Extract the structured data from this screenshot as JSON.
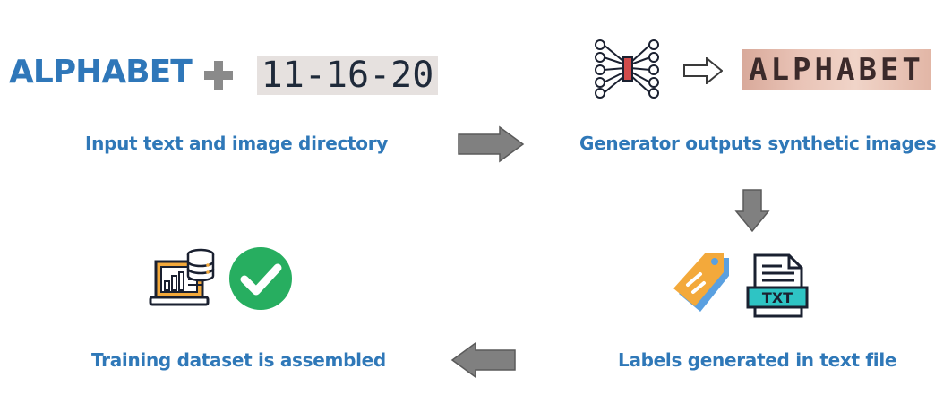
{
  "steps": {
    "input": {
      "caption": "Input text and image directory",
      "text_sample": "ALPHABET",
      "image_sample": "11-16-20"
    },
    "generator": {
      "caption": "Generator outputs synthetic images",
      "synthetic_sample": "ALPHABET"
    },
    "labels": {
      "caption": "Labels generated in text file",
      "file_badge": "TXT"
    },
    "dataset": {
      "caption": "Training dataset is assembled"
    }
  },
  "icons": [
    "plus-icon",
    "neural-network-icon",
    "arrow-right-icon",
    "tag-icon",
    "txt-file-icon",
    "database-chart-icon",
    "check-circle-icon",
    "flow-arrow-right",
    "flow-arrow-down",
    "flow-arrow-left"
  ],
  "colors": {
    "caption": "#2f78b8",
    "arrow": "#808080",
    "check": "#27ae60",
    "tag": "#f3a93b",
    "tag_shadow": "#5aa0e0"
  }
}
